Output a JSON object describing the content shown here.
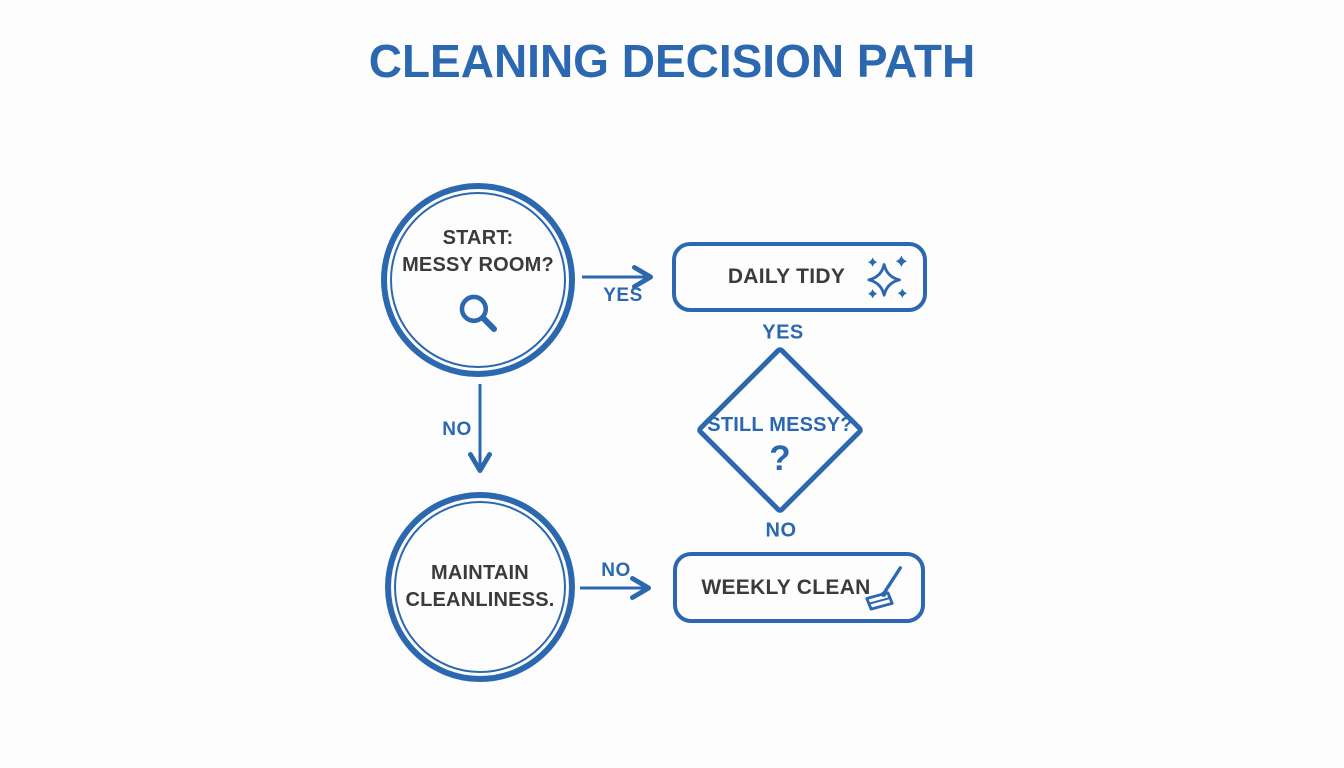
{
  "title": "CLEANING DECISION PATH",
  "colors": {
    "accent": "#2b68b0",
    "node_text": "#3b3b3b",
    "background": "#fdfdfe"
  },
  "nodes": {
    "start": {
      "type": "circle",
      "line1": "START:",
      "line2": "MESSY ROOM?",
      "icon": "magnifier-icon"
    },
    "daily_tidy": {
      "type": "rounded-box",
      "label": "DAILY TIDY",
      "icon": "sparkles-icon"
    },
    "still_messy": {
      "type": "diamond",
      "label": "STILL MESSY?",
      "symbol": "?"
    },
    "maintain": {
      "type": "circle",
      "line1": "MAINTAIN",
      "line2": "CLEANLINESS."
    },
    "weekly_clean": {
      "type": "rounded-box",
      "label": "WEEKLY CLEAN",
      "icon": "broom-icon"
    }
  },
  "edge_labels": {
    "start_to_daily_tidy": "YES",
    "start_to_maintain": "NO",
    "daily_tidy_to_still_messy": "YES",
    "still_messy_to_weekly_clean": "NO",
    "maintain_to_weekly_clean": "NO"
  }
}
